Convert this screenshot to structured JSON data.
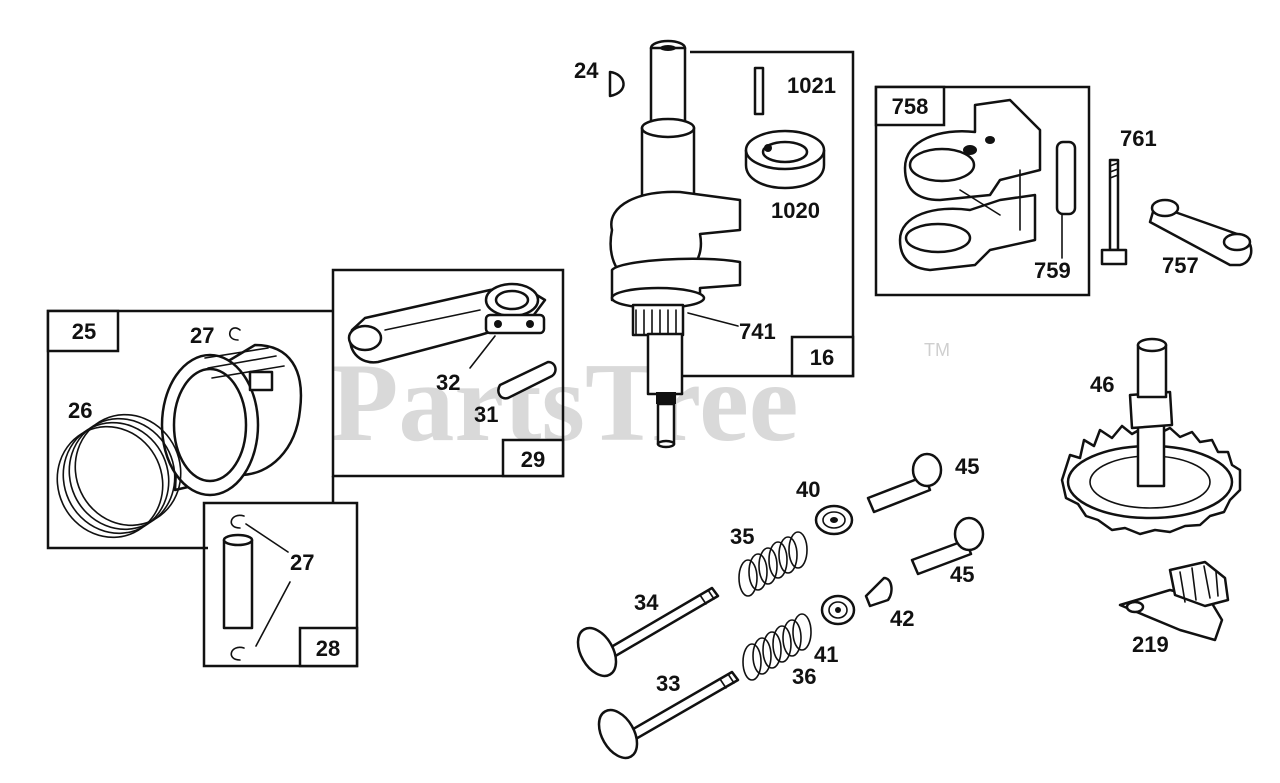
{
  "watermark": {
    "text": "PartsTree",
    "trademark": "TM"
  },
  "callouts": {
    "c24": "24",
    "c1021": "1021",
    "c1020": "1020",
    "c741": "741",
    "c16": "16",
    "c758": "758",
    "c761": "761",
    "c759": "759",
    "c757": "757",
    "c25": "25",
    "c27a": "27",
    "c26": "26",
    "c27b": "27",
    "c28": "28",
    "c32": "32",
    "c31": "31",
    "c29": "29",
    "c46": "46",
    "c40": "40",
    "c45a": "45",
    "c35": "35",
    "c45b": "45",
    "c34": "34",
    "c42": "42",
    "c41": "41",
    "c36": "36",
    "c33": "33",
    "c219": "219"
  }
}
